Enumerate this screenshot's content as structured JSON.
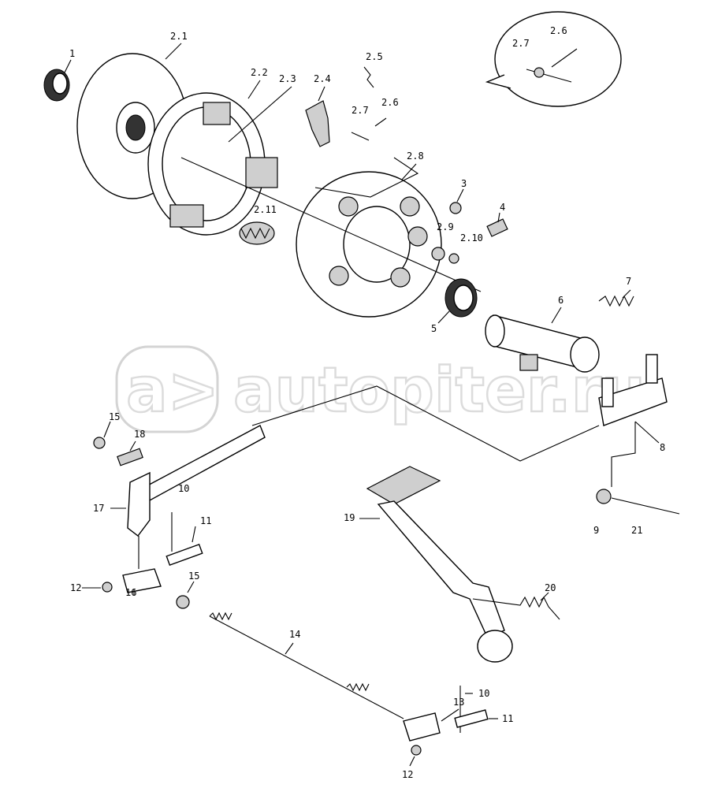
{
  "watermark": {
    "text": "autopiter.ru",
    "logo": "a>"
  },
  "labels": {
    "p1": "1",
    "p2_1": "2.1",
    "p2_2": "2.2",
    "p2_3": "2.3",
    "p2_4": "2.4",
    "p2_5": "2.5",
    "p2_6": "2.6",
    "p2_7": "2.7",
    "p2_8": "2.8",
    "p2_9": "2.9",
    "p2_10": "2.10",
    "p2_11": "2.11",
    "p3": "3",
    "p4": "4",
    "p5": "5",
    "p6": "6",
    "p7": "7",
    "p8": "8",
    "p9": "9",
    "p10a": "10",
    "p10b": "10",
    "p11a": "11",
    "p11b": "11",
    "p12a": "12",
    "p12b": "12",
    "p13": "13",
    "p14": "14",
    "p15a": "15",
    "p15b": "15",
    "p16": "16",
    "p17": "17",
    "p18": "18",
    "p19": "19",
    "p20": "20",
    "p21": "21",
    "inset_2_6": "2.6",
    "inset_2_7": "2.7"
  }
}
